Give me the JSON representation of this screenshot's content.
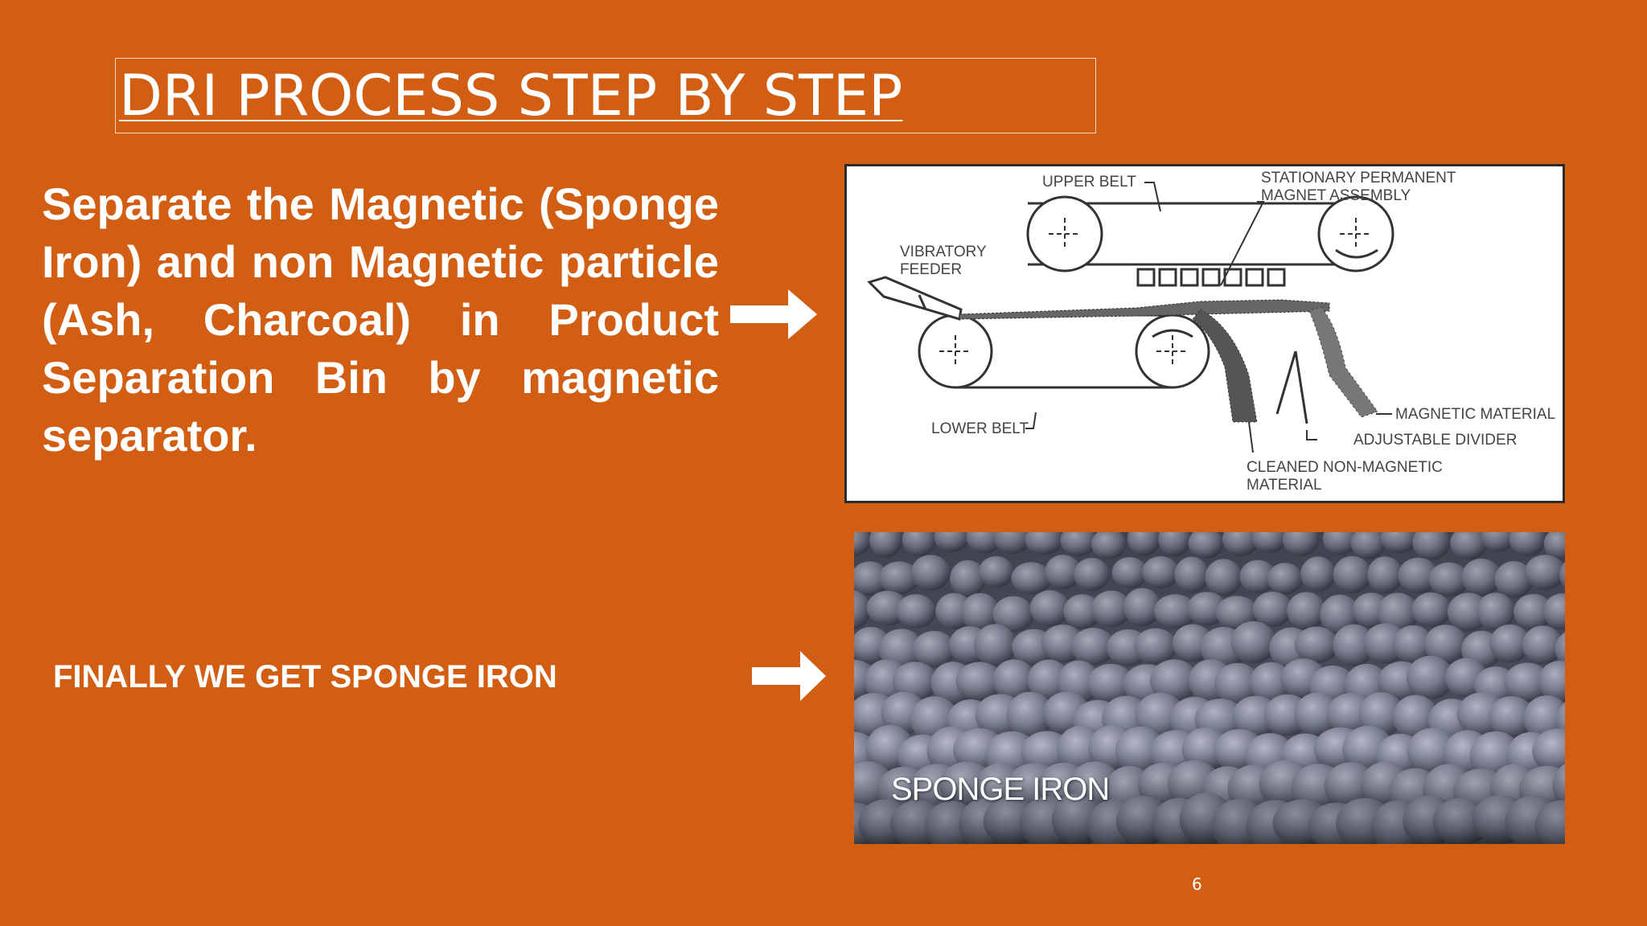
{
  "slide": {
    "title": "DRI PROCESS STEP BY STEP",
    "body": "Separate the Magnetic (Sponge Iron) and non Magnetic particle (Ash, Charcoal) in Product Separation Bin by magnetic separator.",
    "final_text": "FINALLY WE GET SPONGE IRON",
    "page_number": "6"
  },
  "diagram": {
    "labels": {
      "upper_belt": "UPPER BELT",
      "magnet_line1": "STATIONARY PERMANENT",
      "magnet_line2": "MAGNET ASSEMBLY",
      "feeder_line1": "VIBRATORY",
      "feeder_line2": "FEEDER",
      "magnetic_material": "MAGNETIC MATERIAL",
      "adjustable_divider": "ADJUSTABLE DIVIDER",
      "lower_belt": "LOWER BELT",
      "cleaned_line1": "CLEANED NON-MAGNETIC",
      "cleaned_line2": "MATERIAL"
    }
  },
  "photo": {
    "caption": "SPONGE IRON"
  },
  "colors": {
    "background": "#D25E14",
    "text": "#ffffff"
  },
  "icons": [
    "right-arrow-icon",
    "right-arrow-icon"
  ]
}
